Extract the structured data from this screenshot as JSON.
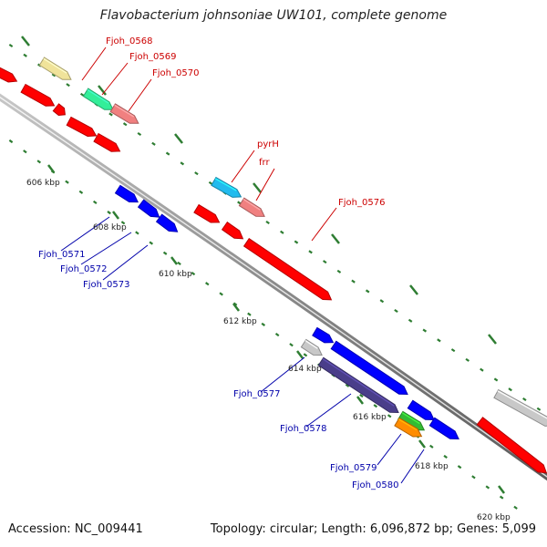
{
  "title": "Flavobacterium johnsoniae UW101, complete genome",
  "footer": {
    "accession": "Accession: NC_009441",
    "topology": "Topology: circular; Length: 6,096,872 bp; Genes: 5,099"
  },
  "colors": {
    "forward_label": "#cc0000",
    "reverse_label": "#0000aa",
    "backbone": "#8a8a8a",
    "tick": "#2e7d32"
  },
  "kbp_labels": [
    "606 kbp",
    "608 kbp",
    "610 kbp",
    "612 kbp",
    "614 kbp",
    "616 kbp",
    "618 kbp",
    "620 kbp"
  ],
  "forward_labels": [
    "Fjoh_0568",
    "Fjoh_0569",
    "Fjoh_0570",
    "pyrH",
    "frr",
    "Fjoh_0576"
  ],
  "reverse_labels": [
    "Fjoh_0571",
    "Fjoh_0572",
    "Fjoh_0573",
    "Fjoh_0577",
    "Fjoh_0578",
    "Fjoh_0579",
    "Fjoh_0580"
  ]
}
